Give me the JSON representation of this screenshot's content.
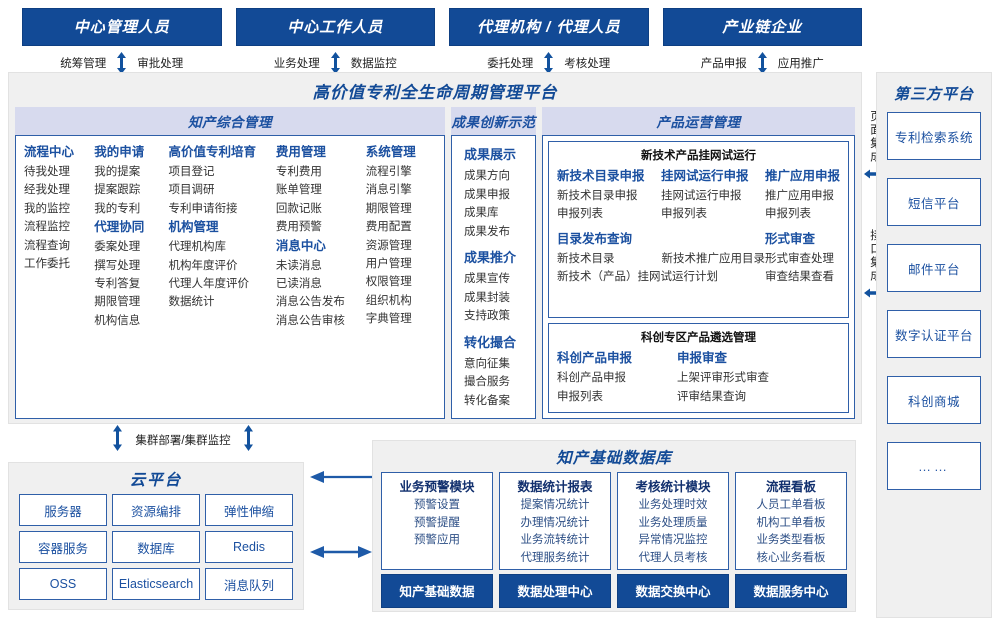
{
  "roles": [
    {
      "title": "中心管理人员",
      "left": "统筹管理",
      "right": "审批处理"
    },
    {
      "title": "中心工作人员",
      "left": "业务处理",
      "right": "数据监控"
    },
    {
      "title": "代理机构 / 代理人员",
      "left": "委托处理",
      "right": "考核处理"
    },
    {
      "title": "产业链企业",
      "left": "产品申报",
      "right": "应用推广"
    }
  ],
  "platform": {
    "title": "高价值专利全生命周期管理平台",
    "sections": {
      "zhichan": {
        "title": "知产综合管理",
        "columns": [
          {
            "groups": [
              {
                "head": "流程中心",
                "items": [
                  "待我处理",
                  "经我处理",
                  "我的监控",
                  "流程监控",
                  "流程查询",
                  "工作委托"
                ]
              }
            ]
          },
          {
            "groups": [
              {
                "head": "我的申请",
                "items": [
                  "我的提案",
                  "提案跟踪",
                  "我的专利"
                ]
              },
              {
                "head": "代理协同",
                "items": [
                  "委案处理",
                  "撰写处理",
                  "专利答复",
                  "期限管理",
                  "机构信息"
                ]
              }
            ]
          },
          {
            "groups": [
              {
                "head": "高价值专利培育",
                "items": [
                  "项目登记",
                  "项目调研",
                  "专利申请衔接"
                ]
              },
              {
                "head": "机构管理",
                "items": [
                  "代理机构库",
                  "机构年度评价",
                  "代理人年度评价",
                  "数据统计"
                ]
              }
            ]
          },
          {
            "groups": [
              {
                "head": "费用管理",
                "items": [
                  "专利费用",
                  "账单管理",
                  "回款记账",
                  "费用预警"
                ]
              },
              {
                "head": "消息中心",
                "items": [
                  "未读消息",
                  "已读消息",
                  "消息公告发布",
                  "消息公告审核"
                ]
              }
            ]
          },
          {
            "groups": [
              {
                "head": "系统管理",
                "items": [
                  "流程引擎",
                  "消息引擎",
                  "期限管理",
                  "费用配置",
                  "资源管理",
                  "用户管理",
                  "权限管理",
                  "组织机构",
                  "字典管理"
                ]
              }
            ]
          }
        ]
      },
      "chengguo": {
        "title": "成果创新示范",
        "groups": [
          {
            "head": "成果展示",
            "items": [
              "成果方向",
              "成果申报",
              "成果库",
              "成果发布"
            ]
          },
          {
            "head": "成果推介",
            "items": [
              "成果宣传",
              "成果封装",
              "支持政策"
            ]
          },
          {
            "head": "转化撮合",
            "items": [
              "意向征集",
              "撮合服务",
              "转化备案"
            ]
          }
        ]
      },
      "chanpin": {
        "title": "产品运营管理",
        "cards": [
          {
            "title": "新技术产品挂网试运行",
            "row1": [
              {
                "head": "新技术目录申报",
                "items": [
                  "新技术目录申报",
                  "申报列表"
                ]
              },
              {
                "head": "挂网试运行申报",
                "items": [
                  "挂网试运行申报",
                  "申报列表"
                ]
              },
              {
                "head": "推广应用申报",
                "items": [
                  "推广应用申报",
                  "申报列表"
                ]
              }
            ],
            "row2": [
              {
                "head": "目录发布查询",
                "inline": [
                  "新技术目录",
                  "新技术推广应用目录"
                ],
                "items": [
                  "新技术（产品）挂网试运行计划"
                ]
              },
              {
                "head": "形式审查",
                "items": [
                  "形式审查处理",
                  "审查结果查看"
                ]
              }
            ]
          },
          {
            "title": "科创专区产品遴选管理",
            "row1": [
              {
                "head": "科创产品申报",
                "items": [
                  "科创产品申报",
                  "申报列表"
                ]
              },
              {
                "head": "申报审查",
                "items": [
                  "上架评审形式审查",
                  "评审结果查询"
                ]
              }
            ]
          }
        ]
      }
    }
  },
  "integration": [
    {
      "label": "页面集成"
    },
    {
      "label": "接口集成"
    }
  ],
  "third_party": {
    "title": "第三方平台",
    "items": [
      "专利检索系统",
      "短信平台",
      "邮件平台",
      "数字认证平台",
      "科创商城",
      "……"
    ]
  },
  "cluster_label": "集群部署/集群监控",
  "cloud": {
    "title": "云平台",
    "cells": [
      "服务器",
      "资源编排",
      "弹性伸缩",
      "容器服务",
      "数据库",
      "Redis",
      "OSS",
      "Elasticsearch",
      "消息队列"
    ]
  },
  "database": {
    "title": "知产基础数据库",
    "columns": [
      {
        "head": "业务预警模块",
        "items": [
          "预警设置",
          "预警提醒",
          "预警应用"
        ],
        "foot": "知产基础数据"
      },
      {
        "head": "数据统计报表",
        "items": [
          "提案情况统计",
          "办理情况统计",
          "业务流转统计",
          "代理服务统计"
        ],
        "foot": "数据处理中心"
      },
      {
        "head": "考核统计模块",
        "items": [
          "业务处理时效",
          "业务处理质量",
          "异常情况监控",
          "代理人员考核"
        ],
        "foot": "数据交换中心"
      },
      {
        "head": "流程看板",
        "items": [
          "人员工单看板",
          "机构工单看板",
          "业务类型看板",
          "核心业务看板"
        ],
        "foot": "数据服务中心"
      }
    ]
  },
  "colors": {
    "brand_dark": "#124a96",
    "brand_mid": "#2f5fa8",
    "header_lav": "#d7daee",
    "panel_bg": "#f0f0f0"
  }
}
